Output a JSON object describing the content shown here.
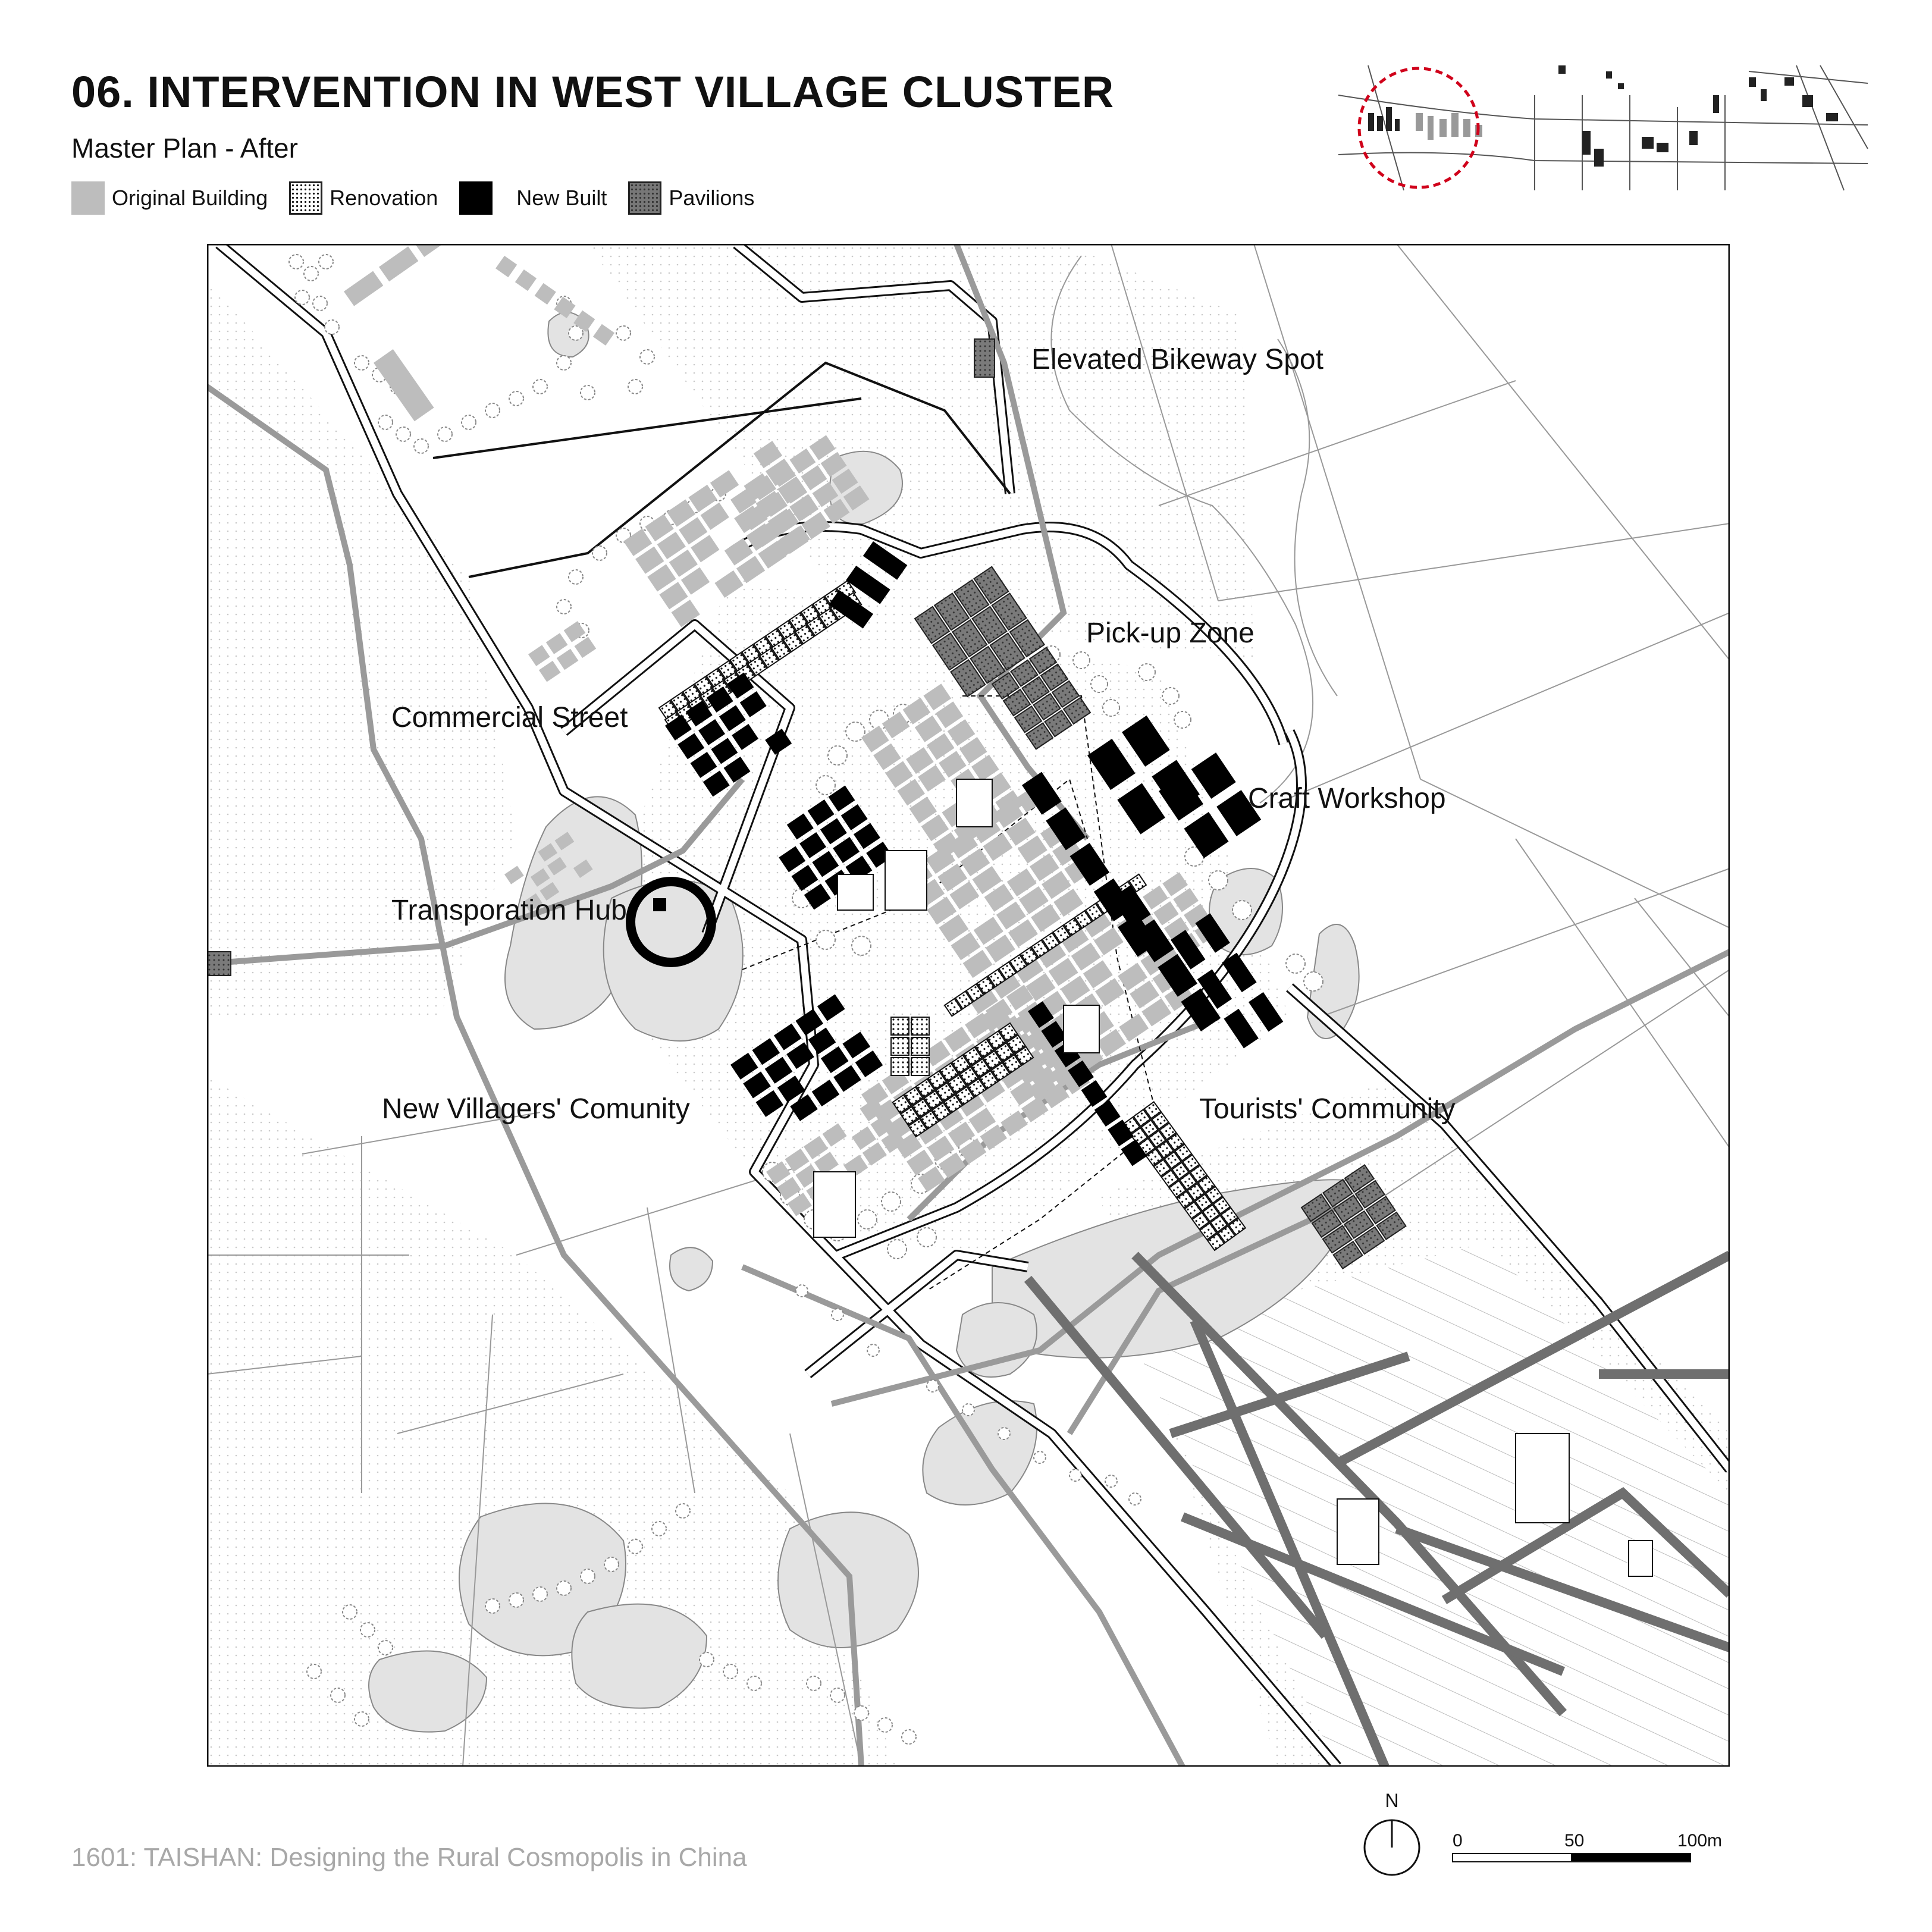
{
  "header": {
    "title": "06. INTERVENTION IN WEST VILLAGE CLUSTER",
    "subtitle": "Master Plan - After"
  },
  "legend": {
    "items": [
      {
        "key": "original",
        "label": "Original Building",
        "color": "#bdbdbd"
      },
      {
        "key": "renovation",
        "label": "Renovation",
        "color": "#ffffff"
      },
      {
        "key": "new",
        "label": "New Built",
        "color": "#000000"
      },
      {
        "key": "pavilion",
        "label": "Pavilions",
        "color": "#777777"
      }
    ]
  },
  "map": {
    "labels": {
      "bikeway": "Elevated Bikeway Spot",
      "pickup": "Pick-up Zone",
      "commercial": "Commercial Street",
      "craft": "Craft Workshop",
      "hub": "Transporation Hub",
      "new_villagers": "New Villagers' Comunity",
      "tourists": "Tourists' Community"
    }
  },
  "compass": {
    "label": "N"
  },
  "scale": {
    "tick_0": "0",
    "tick_50": "50",
    "tick_100": "100m"
  },
  "footer": {
    "text": "1601: TAISHAN: Designing the Rural Cosmopolis in China"
  },
  "colors": {
    "original": "#bdbdbd",
    "new": "#000000",
    "pavilion": "#777777",
    "pond": "#e3e3e3",
    "key_highlight": "#d0021b"
  }
}
